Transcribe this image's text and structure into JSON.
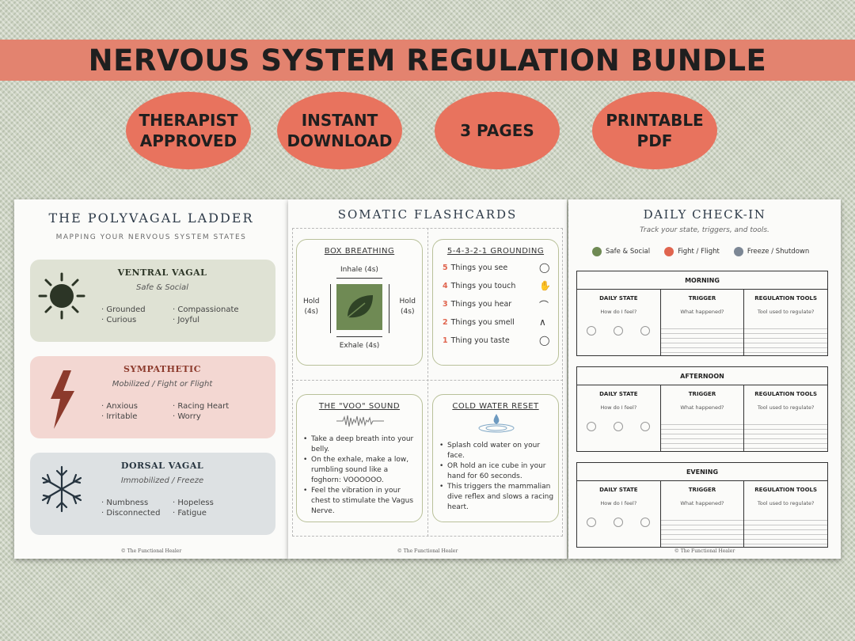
{
  "banner": {
    "title": "NERVOUS SYSTEM REGULATION BUNDLE"
  },
  "badges": [
    "THERAPIST\nAPPROVED",
    "INSTANT\nDOWNLOAD",
    "3 PAGES",
    "PRINTABLE\nPDF"
  ],
  "colors": {
    "banner": "#e3836f",
    "badge": "#e8735e",
    "ventral": "#dfe2d4",
    "sympathetic": "#f3d7d2",
    "dorsal": "#dde1e3",
    "green": "#6f8a54",
    "red": "#e0654f",
    "slate": "#7c8795"
  },
  "page1": {
    "title": "THE POLYVAGAL LADDER",
    "subtitle": "MAPPING YOUR NERVOUS SYSTEM STATES",
    "states": [
      {
        "name": "VENTRAL VAGAL",
        "tag": "Safe & Social",
        "icon": "sun-icon",
        "items": [
          "Grounded",
          "Compassionate",
          "Curious",
          "Joyful"
        ]
      },
      {
        "name": "SYMPATHETIC",
        "tag": "Mobilized / Fight or Flight",
        "icon": "lightning-icon",
        "items": [
          "Anxious",
          "Racing Heart",
          "Irritable",
          "Worry"
        ]
      },
      {
        "name": "DORSAL VAGAL",
        "tag": "Immobilized / Freeze",
        "icon": "snowflake-icon",
        "items": [
          "Numbness",
          "Hopeless",
          "Disconnected",
          "Fatigue"
        ]
      }
    ],
    "footer": "© The Functional Healer"
  },
  "page2": {
    "title": "SOMATIC FLASHCARDS",
    "box": {
      "title": "BOX BREATHING",
      "inhale": "Inhale (4s)",
      "exhale": "Exhale (4s)",
      "hold_left": "Hold\n(4s)",
      "hold_right": "Hold\n(4s)"
    },
    "grounding": {
      "title": "5-4-3-2-1 GROUNDING",
      "rows": [
        {
          "num": "5",
          "text": "Things you see",
          "icon": "eye-icon"
        },
        {
          "num": "4",
          "text": "Things you touch",
          "icon": "hand-icon"
        },
        {
          "num": "3",
          "text": "Things you hear",
          "icon": "ear-icon"
        },
        {
          "num": "2",
          "text": "Things you smell",
          "icon": "nose-icon"
        },
        {
          "num": "1",
          "text": "Thing you taste",
          "icon": "mouth-icon"
        }
      ]
    },
    "voo": {
      "title": "THE \"VOO\" SOUND",
      "bullets": [
        "Take a deep breath into your belly.",
        "On the exhale, make a low, rumbling sound like a foghorn: VOOOOOO.",
        "Feel the vibration in your chest to stimulate the Vagus Nerve."
      ]
    },
    "cold": {
      "title": "COLD WATER RESET",
      "bullets": [
        "Splash cold water on your face.",
        "OR hold an ice cube in your hand for 60 seconds.",
        "This triggers the mammalian dive reflex and slows a racing heart."
      ]
    },
    "footer": "© The Functional Healer"
  },
  "page3": {
    "title": "DAILY CHECK-IN",
    "subtitle": "Track your state, triggers, and tools.",
    "legend": [
      "Safe & Social",
      "Fight / Flight",
      "Freeze / Shutdown"
    ],
    "blocks": [
      "MORNING",
      "AFTERNOON",
      "EVENING"
    ],
    "columns": [
      {
        "head": "DAILY STATE",
        "sub": "How do I feel?"
      },
      {
        "head": "TRIGGER",
        "sub": "What happened?"
      },
      {
        "head": "REGULATION TOOLS",
        "sub": "Tool used to regulate?"
      }
    ],
    "footer": "© The Functional Healer"
  }
}
